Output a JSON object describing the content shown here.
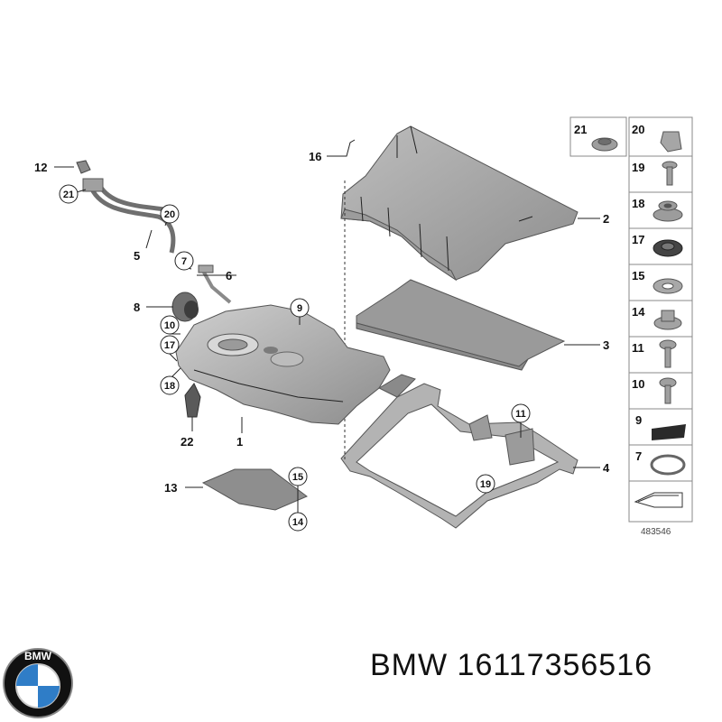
{
  "diagram": {
    "reference_number": "483546",
    "callouts": [
      "1",
      "2",
      "3",
      "4",
      "5",
      "6",
      "8",
      "12",
      "13",
      "16",
      "22"
    ],
    "circled_callouts": [
      "21",
      "20",
      "7",
      "9",
      "10",
      "17",
      "18",
      "11",
      "19",
      "15",
      "14"
    ],
    "side_panel": [
      "21",
      "20",
      "19",
      "18",
      "17",
      "15",
      "14",
      "11",
      "10",
      "9",
      "7"
    ]
  },
  "logo": {
    "text": "BMW",
    "colors": {
      "blue": "#2f7dc7",
      "white": "#ffffff",
      "black": "#111111"
    }
  },
  "footer": {
    "brand": "BMW",
    "part_number": "16117356516"
  },
  "colors": {
    "part_fill": "#a9a9a9",
    "part_dark": "#7e7e7e",
    "part_light": "#c9c9c9"
  }
}
